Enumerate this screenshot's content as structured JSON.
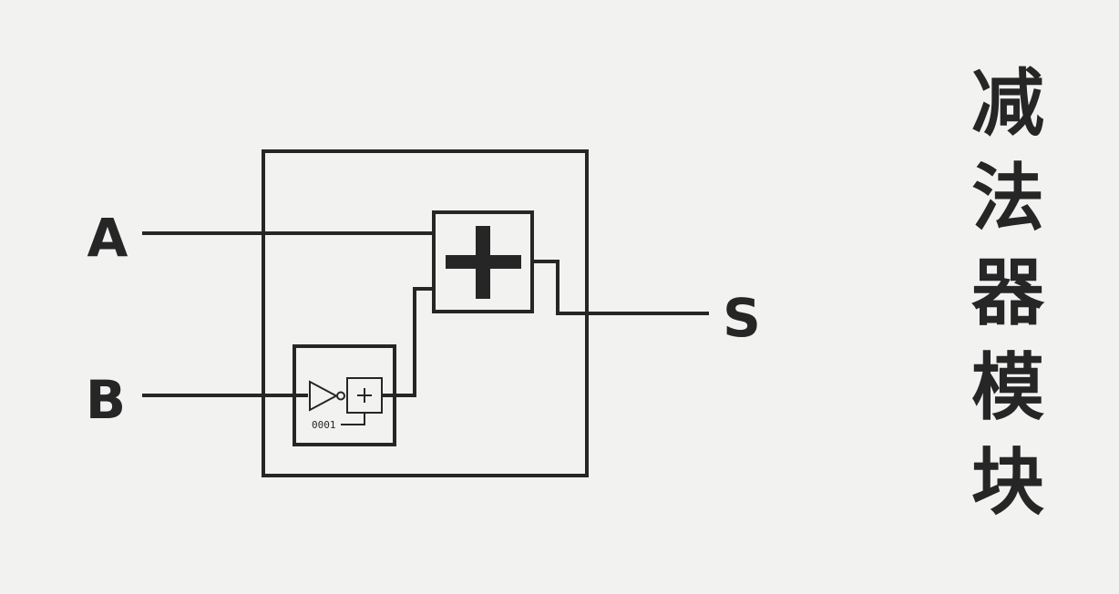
{
  "diagram": {
    "inputs": [
      "A",
      "B"
    ],
    "output": "S",
    "adder_symbol": "+",
    "increment_symbol": "+",
    "constant": "0001"
  },
  "title": [
    "减",
    "法",
    "器",
    "模",
    "块"
  ]
}
